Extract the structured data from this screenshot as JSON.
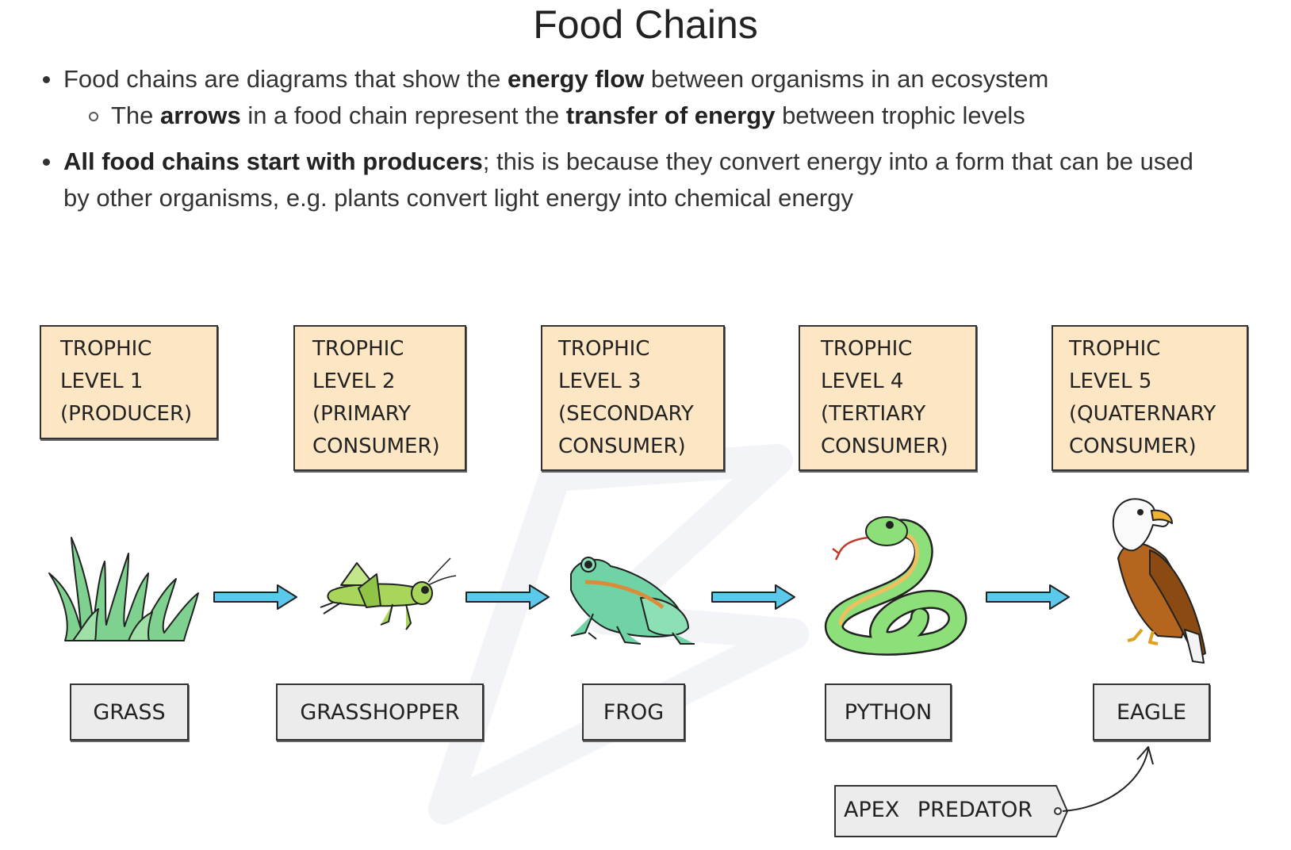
{
  "title": "Food Chains",
  "bullets": [
    {
      "parts": [
        {
          "text": "Food chains are diagrams that show the ",
          "bold": false
        },
        {
          "text": "energy flow",
          "bold": true
        },
        {
          "text": " between organisms in an ecosystem",
          "bold": false
        }
      ],
      "sub": [
        {
          "text": "The ",
          "bold": false
        },
        {
          "text": "arrows",
          "bold": true
        },
        {
          "text": " in a food chain represent the ",
          "bold": false
        },
        {
          "text": "transfer of energy",
          "bold": true
        },
        {
          "text": " between trophic levels",
          "bold": false
        }
      ]
    },
    {
      "line1": [
        {
          "text": "All food chains start with producers",
          "bold": true
        },
        {
          "text": "; this is because they convert energy into a form that can be used",
          "bold": false
        }
      ],
      "line2": "by other organisms, e.g. plants convert light energy into chemical energy"
    }
  ],
  "levels": [
    {
      "lines": [
        "TROPHIC",
        "LEVEL 1",
        "(PRODUCER)"
      ],
      "organism": "GRASS",
      "icon": "grass-icon"
    },
    {
      "lines": [
        "TROPHIC",
        "LEVEL 2",
        "(PRIMARY",
        "CONSUMER)"
      ],
      "organism": "GRASSHOPPER",
      "icon": "grasshopper-icon"
    },
    {
      "lines": [
        "TROPHIC",
        "LEVEL 3",
        "(SECONDARY",
        "CONSUMER)"
      ],
      "organism": "FROG",
      "icon": "frog-icon"
    },
    {
      "lines": [
        "TROPHIC",
        "LEVEL 4",
        "(TERTIARY",
        "CONSUMER)"
      ],
      "organism": "PYTHON",
      "icon": "snake-icon"
    },
    {
      "lines": [
        "TROPHIC",
        "LEVEL 5",
        "(QUATERNARY",
        "CONSUMER)"
      ],
      "organism": "EAGLE",
      "icon": "eagle-icon"
    }
  ],
  "apex_label": "APEX PREDATOR",
  "colors": {
    "level_box": "#fde6c4",
    "name_box": "#ececec",
    "arrow": "#5bc8ec",
    "grass": "#7fd18f",
    "grasshopper": "#a8d65a",
    "frog": "#6fd3a6",
    "snake": "#8ddf7a",
    "eagle_brown": "#b5651d"
  }
}
